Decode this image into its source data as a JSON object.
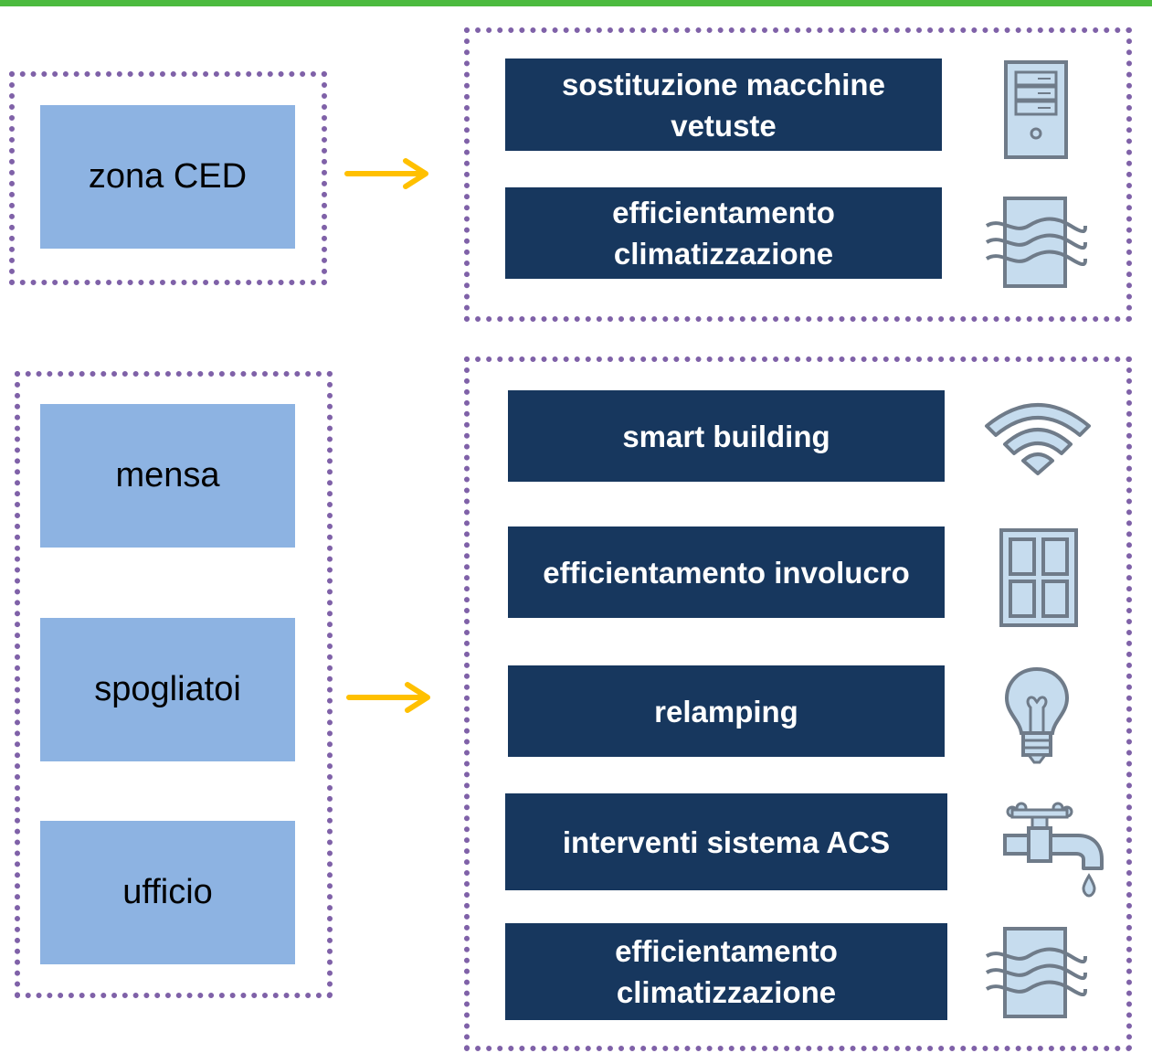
{
  "colors": {
    "top_bar": "#4cbb3f",
    "dotted_border": "#7f61a8",
    "zone_fill": "#8db3e2",
    "action_fill": "#17375e",
    "arrow": "#ffc000",
    "icon_fill": "#c6dcee",
    "icon_stroke": "#6f7b89"
  },
  "group1": {
    "zones": [
      "zona CED"
    ],
    "actions": [
      {
        "label": "sostituzione macchine vetuste",
        "icon": "server-icon"
      },
      {
        "label": "efficientamento climatizzazione",
        "icon": "air-conditioning-icon"
      }
    ]
  },
  "group2": {
    "zones": [
      "mensa",
      "spogliatoi",
      "ufficio"
    ],
    "actions": [
      {
        "label": "smart building",
        "icon": "wifi-icon"
      },
      {
        "label": "efficientamento involucro",
        "icon": "window-icon"
      },
      {
        "label": "relamping",
        "icon": "light-bulb-icon"
      },
      {
        "label": "interventi sistema ACS",
        "icon": "water-tap-icon"
      },
      {
        "label": "efficientamento climatizzazione",
        "icon": "air-conditioning-icon"
      }
    ]
  }
}
